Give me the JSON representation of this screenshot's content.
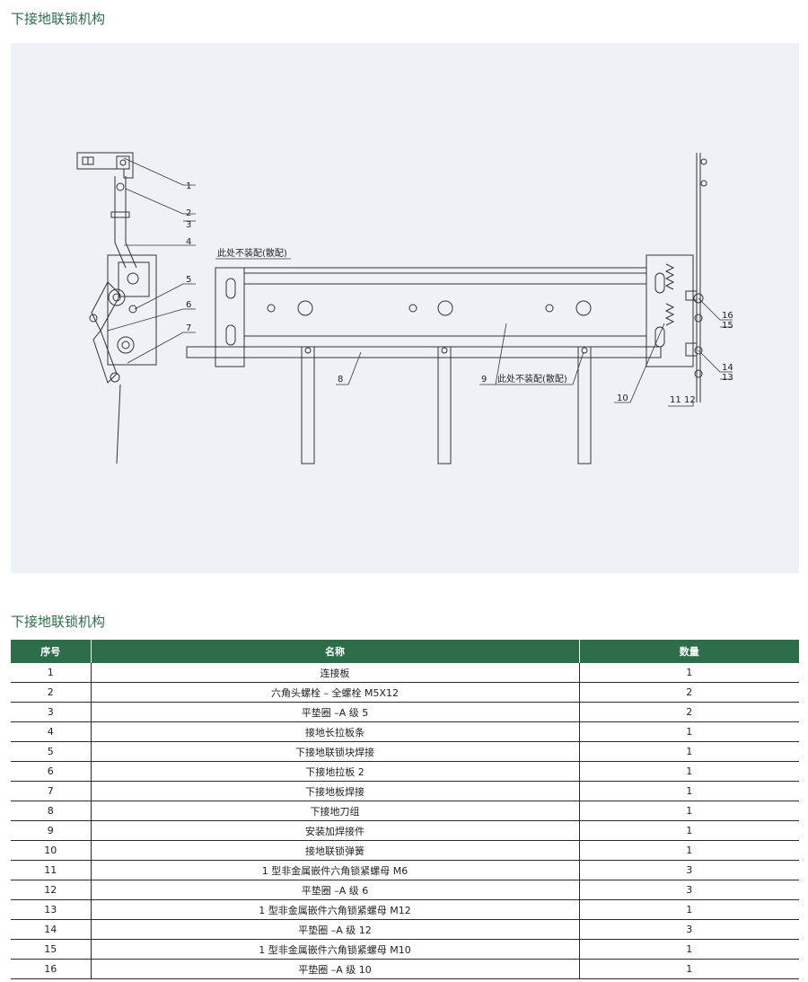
{
  "page": {
    "title": "下接地联锁机构",
    "table_title": "下接地联锁机构",
    "accent_color": "#2e6d4a"
  },
  "figure": {
    "callouts": [
      "1",
      "2",
      "3",
      "4",
      "5",
      "6",
      "7",
      "8",
      "9",
      "10",
      "11",
      "12",
      "13",
      "14",
      "15",
      "16"
    ],
    "notes": [
      "此处不装配(散配)",
      "此处不装配(散配)"
    ]
  },
  "table": {
    "headers": [
      "序号",
      "名称",
      "数量"
    ],
    "rows": [
      [
        "1",
        "连接板",
        "1"
      ],
      [
        "2",
        "六角头螺栓 – 全螺栓 M5X12",
        "2"
      ],
      [
        "3",
        "平垫圈 –A 级 5",
        "2"
      ],
      [
        "4",
        "接地长拉板条",
        "1"
      ],
      [
        "5",
        "下接地联锁块焊接",
        "1"
      ],
      [
        "6",
        "下接地拉板 2",
        "1"
      ],
      [
        "7",
        "下接地板焊接",
        "1"
      ],
      [
        "8",
        "下接地刀组",
        "1"
      ],
      [
        "9",
        "安装加焊接件",
        "1"
      ],
      [
        "10",
        "接地联锁弹簧",
        "1"
      ],
      [
        "11",
        "1 型非金属嵌件六角锁紧螺母 M6",
        "3"
      ],
      [
        "12",
        "平垫圈 –A 级 6",
        "3"
      ],
      [
        "13",
        "1 型非金属嵌件六角锁紧螺母 M12",
        "1"
      ],
      [
        "14",
        "平垫圈 –A 级 12",
        "3"
      ],
      [
        "15",
        "1 型非金属嵌件六角锁紧螺母 M10",
        "1"
      ],
      [
        "16",
        "平垫圈 –A 级 10",
        "1"
      ]
    ]
  }
}
